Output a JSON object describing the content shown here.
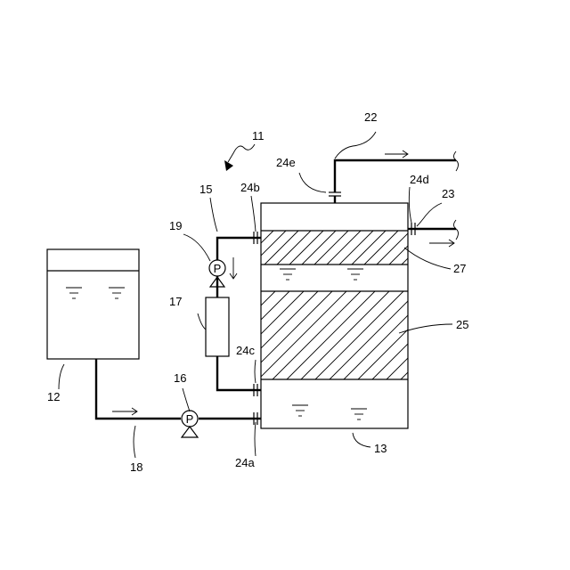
{
  "labels": {
    "system": "11",
    "tank": "12",
    "vessel": "13",
    "pipe_upper": "15",
    "pump_lower": "16",
    "filter": "17",
    "pipe_lower": "18",
    "pump_upper": "19",
    "outlet_top": "22",
    "outlet_side": "23",
    "port_a": "24a",
    "port_b": "24b",
    "port_c": "24c",
    "port_d": "24d",
    "port_e": "24e",
    "packed_bed_lower": "25",
    "packed_bed_upper": "27"
  },
  "pump_symbol": "P",
  "icons": {
    "flow_arrow": "arrow-right-icon",
    "pump": "pump-icon",
    "liquid_level": "liquid-level-icon"
  }
}
